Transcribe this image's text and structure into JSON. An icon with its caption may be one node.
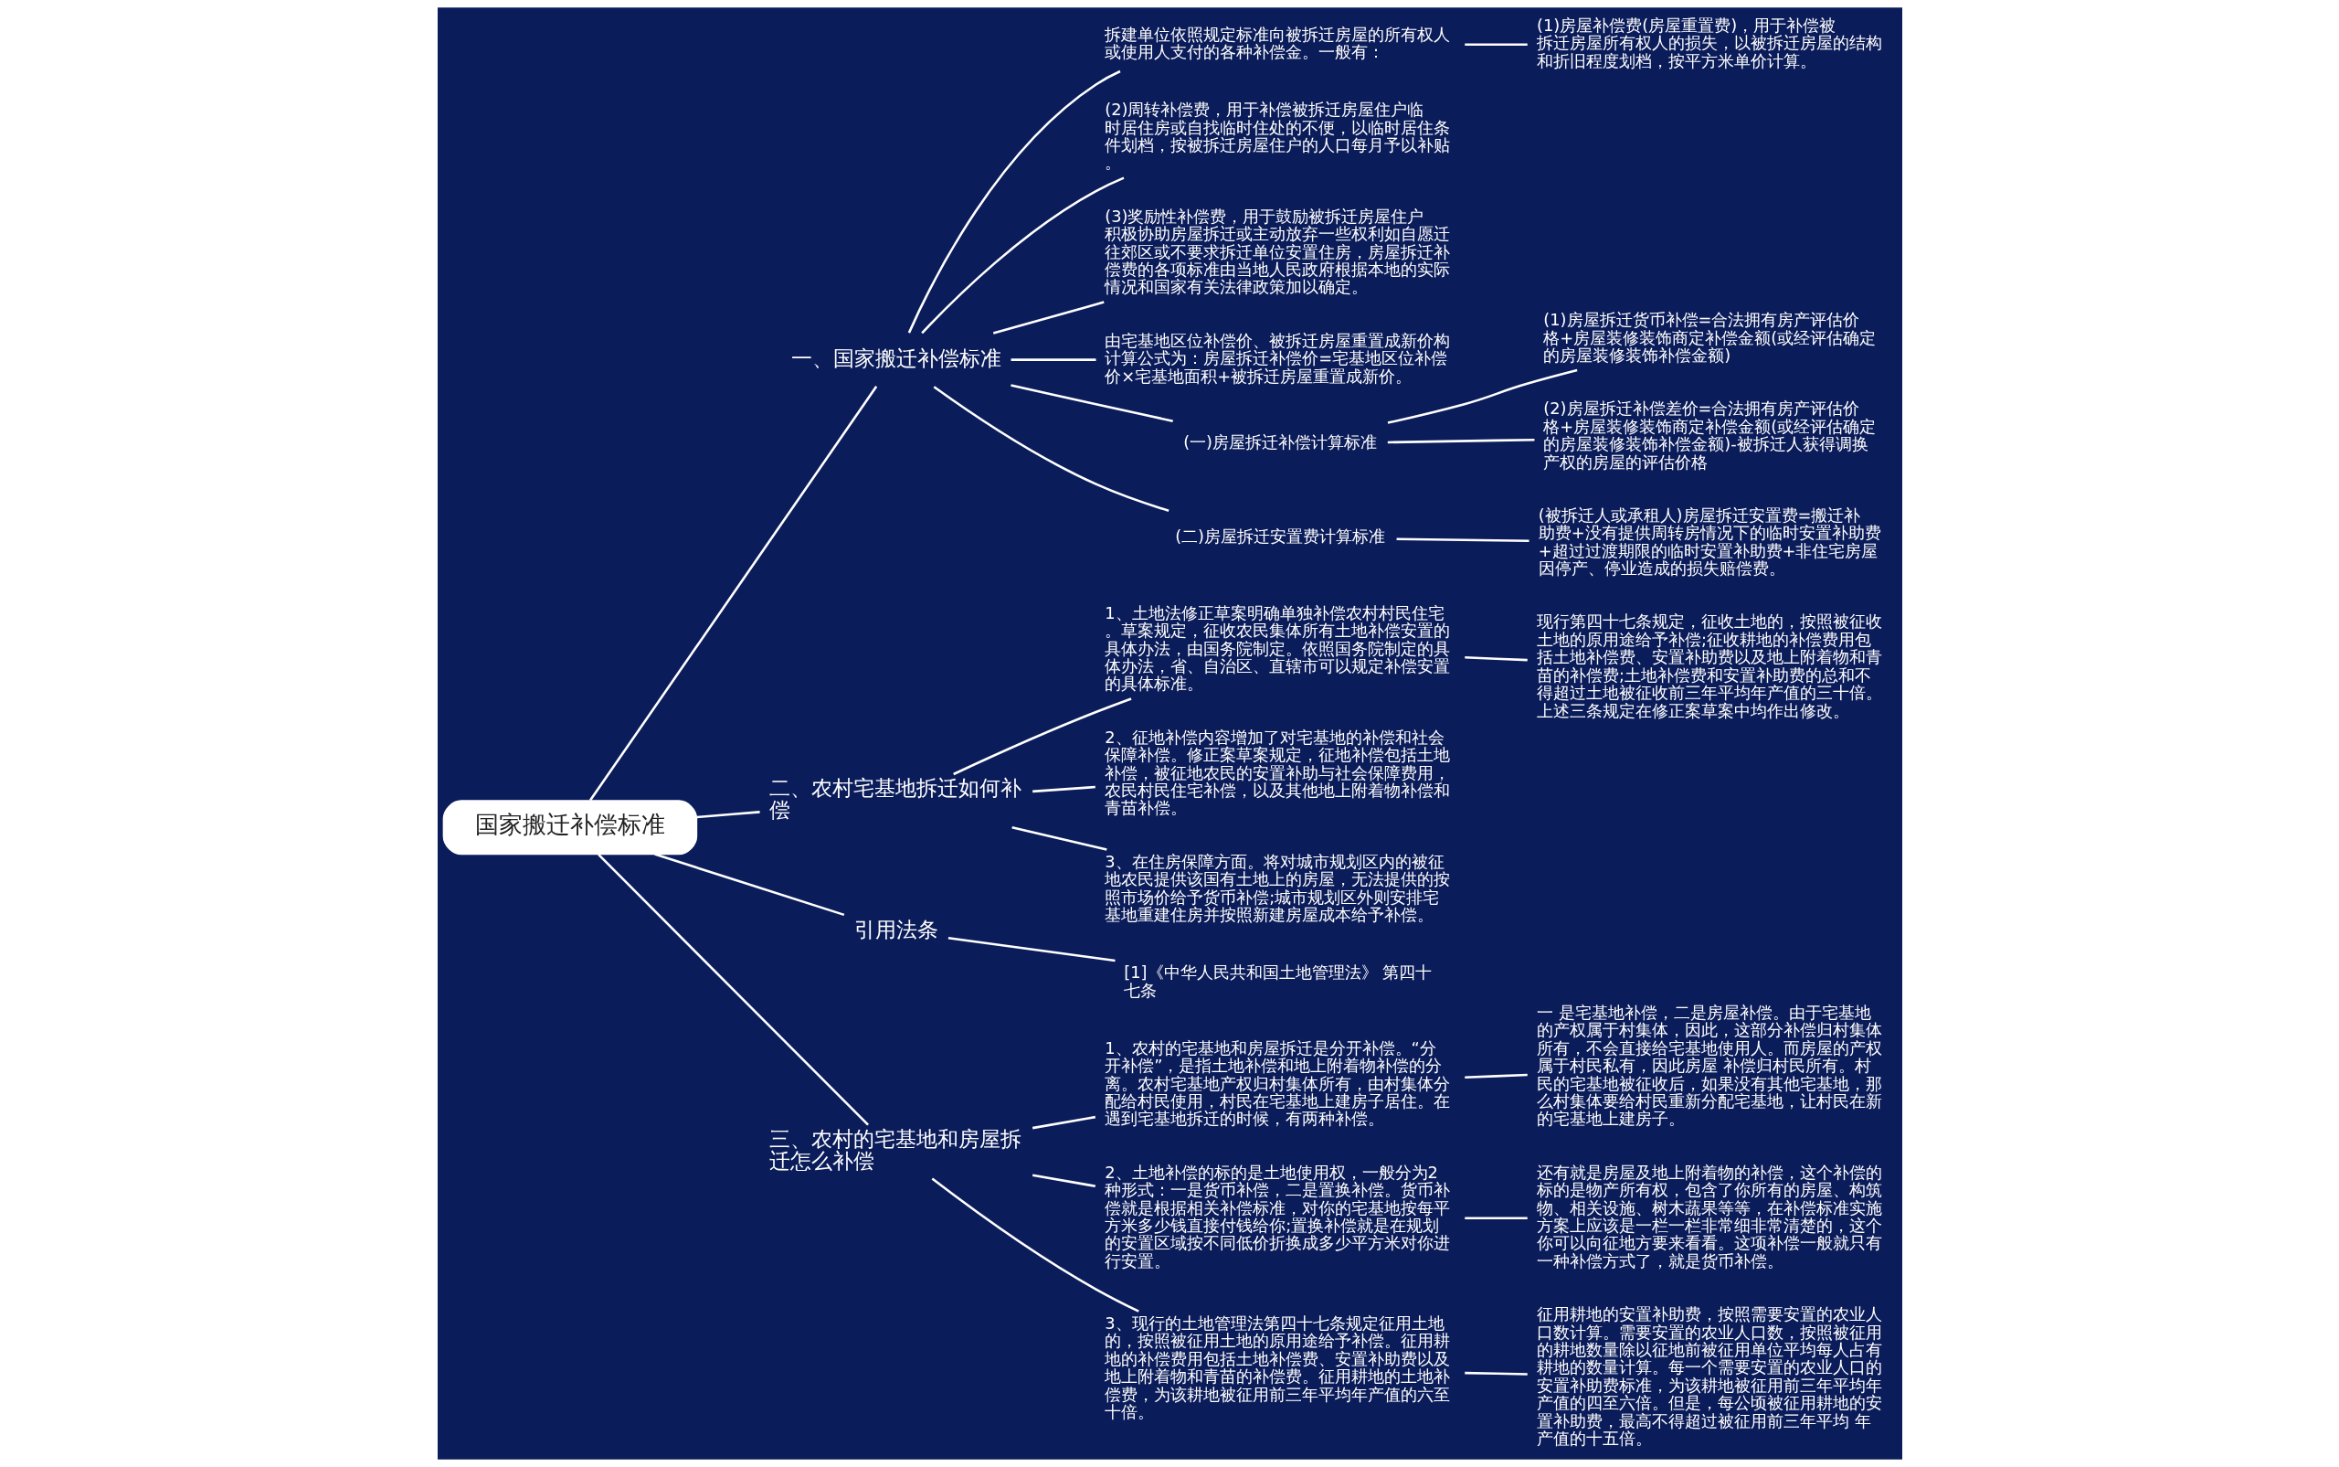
{
  "diagram": {
    "nodes": [
      {
        "text": [
          "国家搬迁补偿标准"
        ]
      },
      {
        "text": [
          "一、国家搬迁补偿标准"
        ]
      },
      {
        "text": [
          "拆建单位依照规定标准向被拆迁房屋的所有权人或使用人支付的各种补偿金。一般有："
        ]
      },
      {
        "text": [
          "(1)房屋补偿费(房屋重置费)，用于补偿被拆迁房屋所有权人的损失，以被拆迁房屋的结构和折旧程度划档，按平方米单价计算。"
        ]
      },
      {
        "text": [
          "(2)周转补偿费，用于补偿被拆迁房屋住户临时居住房或自找临时住处的不便，以临时居住条件划档，按被拆迁房屋住户的人口每月予以补贴。"
        ]
      },
      {
        "text": [
          "(3)奖励性补偿费，用于鼓励被拆迁房屋住户积极协助房屋拆迁或主动放弃一些权利如自愿迁往郊区或不要求拆迁单位安置住房，房屋拆迁补偿费的各项标准由当地人民政府根据本地的实际情况和国家有关法律政策加以确定。"
        ]
      },
      {
        "text": [
          "由宅基地区位补偿价、被拆迁房屋重置成新价构计算公式为：房屋拆迁补偿价=宅基地区位补偿价×宅基地面积+被拆迁房屋重置成新价。"
        ]
      },
      {
        "text": [
          "(一)房屋拆迁补偿计算标准"
        ]
      },
      {
        "text": [
          "(1)房屋拆迁货币补偿=合法拥有房产评估价格+房屋装修装饰商定补偿金额(或经评估确定的房屋装修装饰补偿金额)"
        ]
      },
      {
        "text": [
          "(2)房屋拆迁补偿差价=合法拥有房产评估价格+房屋装修装饰商定补偿金额(或经评估确定的房屋装修装饰补偿金额)-被拆迁人获得调换产权的房屋的评估价格"
        ]
      },
      {
        "text": [
          "(二)房屋拆迁安置费计算标准"
        ]
      },
      {
        "text": [
          "(被拆迁人或承租人)房屋拆迁安置费=搬迁补助费+没有提供周转房情况下的临时安置补助费+超过过渡期限的临时安置补助费+非住宅房屋因停产、停业造成的损失赔偿费。"
        ]
      },
      {
        "text": [
          "二、农村宅基地拆迁如何补偿"
        ]
      },
      {
        "text": [
          "1、土地法修正草案明确单独补偿农村村民住宅。草案规定，征收农民集体所有土地补偿安置的具体办法，由国务院制定。依照国务院制定的具体办法，省、自治区、直辖市可以规定补偿安置的具体标准。"
        ]
      },
      {
        "text": [
          "现行第四十七条规定，征收土地的，按照被征收土地的原用途给予补偿;征收耕地的补偿费用包括土地补偿费、安置补助费以及地上附着物和青苗的补偿费;土地补偿费和安置补助费的总和不得超过土地被征收前三年平均年产值的三十倍。上述三条规定在修正案草案中均作出修改。"
        ]
      },
      {
        "text": [
          "2、征地补偿内容增加了对宅基地的补偿和社会保障补偿。修正案草案规定，征地补偿包括土地补偿，被征地农民的安置补助与社会保障费用，农民村民住宅补偿，以及其他地上附着物补偿和青苗补偿。"
        ]
      },
      {
        "text": [
          "3、在住房保障方面。将对城市规划区内的被征地农民提供该国有土地上的房屋，无法提供的按照市场价给予货币补偿;城市规划区外则安排宅基地重建住房并按照新建房屋成本给予补偿。"
        ]
      },
      {
        "text": [
          "引用法条"
        ]
      },
      {
        "text": [
          "[1]《中华人民共和国土地管理法》 第四十七条"
        ]
      },
      {
        "text": [
          "三、农村的宅基地和房屋拆迁怎么补偿"
        ]
      },
      {
        "text": [
          "1、农村的宅基地和房屋拆迁是分开补偿。“分开补偿”，是指土地补偿和地上附着物补偿的分离。农村宅基地产权归村集体所有，由村集体分配给村民使用，村民在宅基地上建房子居住。在遇到宅基地拆迁的时候，有两种补偿。"
        ]
      },
      {
        "text": [
          "一 是宅基地补偿，二是房屋补偿。由于宅基地的产权属于村集体，因此，这部分补偿归村集体所有，不会直接给宅基地使用人。而房屋的产权属于村民私有，因此房屋 补偿归村民所有。村民的宅基地被征收后，如果没有其他宅基地，那么村集体要给村民重新分配宅基地，让村民在新的宅基地上建房子。"
        ]
      },
      {
        "text": [
          "2、土地补偿的标的是土地使用权，一般分为2种形式：一是货币补偿，二是置换补偿。货币补偿就是根据相关补偿标准，对你的宅基地按每平方米多少钱直接付钱给你;置换补偿就是在规划的安置区域按不同低价折换成多少平方米对你进行安置。"
        ]
      },
      {
        "text": [
          "还有就是房屋及地上附着物的补偿，这个补偿的标的是物产所有权，包含了你所有的房屋、构筑物、相关设施、树木蔬果等等，在补偿标准实施方案上应该是一栏一栏非常细非常清楚的，这个你可以向征地方要来看看。这项补偿一般就只有一种补偿方式了，就是货币补偿。"
        ]
      },
      {
        "text": [
          "3、现行的土地管理法第四十七条规定征用土地的，按照被征用土地的原用途给予补偿。征用耕地的补偿费用包括土地补偿费、安置补助费以及地上附着物和青苗的补偿费。征用耕地的土地补偿费，为该耕地被征用前三年平均年产值的六至十倍。"
        ]
      },
      {
        "text": [
          "征用耕地的安置补助费，按照需要安置的农业人口数计算。需要安置的农业人口数，按照被征用的耕地数量除以征地前被征用单位平均每人占有耕地的数量计算。每一个需要安置的农业人口的安置补助费标准，为该耕地被征用前三年平均年产值的四至六倍。但是，每公顷被征用耕地的安置补助费，最高不得超过被征用前三年平均 年产值的十五倍。"
        ]
      }
    ],
    "edges": [
      {
        "from": 0,
        "to": 1,
        "arrow": "none"
      },
      {
        "from": 1,
        "to": 2,
        "arrow": "none"
      },
      {
        "from": 2,
        "to": 3,
        "arrow": "none"
      },
      {
        "from": 1,
        "to": 4,
        "arrow": "none"
      },
      {
        "from": 1,
        "to": 5,
        "arrow": "none"
      },
      {
        "from": 1,
        "to": 6,
        "arrow": "none"
      },
      {
        "from": 1,
        "to": 7,
        "arrow": "none"
      },
      {
        "from": 7,
        "to": 8,
        "arrow": "none"
      },
      {
        "from": 7,
        "to": 9,
        "arrow": "none"
      },
      {
        "from": 1,
        "to": 10,
        "arrow": "none"
      },
      {
        "from": 10,
        "to": 11,
        "arrow": "none"
      },
      {
        "from": 0,
        "to": 12,
        "arrow": "none"
      },
      {
        "from": 12,
        "to": 13,
        "arrow": "none"
      },
      {
        "from": 13,
        "to": 14,
        "arrow": "none"
      },
      {
        "from": 12,
        "to": 15,
        "arrow": "none"
      },
      {
        "from": 12,
        "to": 16,
        "arrow": "none"
      },
      {
        "from": 0,
        "to": 17,
        "arrow": "none"
      },
      {
        "from": 17,
        "to": 18,
        "arrow": "none"
      },
      {
        "from": 0,
        "to": 19,
        "arrow": "none"
      },
      {
        "from": 19,
        "to": 20,
        "arrow": "none"
      },
      {
        "from": 20,
        "to": 21,
        "arrow": "none"
      },
      {
        "from": 19,
        "to": 22,
        "arrow": "none"
      },
      {
        "from": 22,
        "to": 23,
        "arrow": "none"
      },
      {
        "from": 19,
        "to": 24,
        "arrow": "none"
      },
      {
        "from": 24,
        "to": 25,
        "arrow": "none"
      }
    ]
  }
}
